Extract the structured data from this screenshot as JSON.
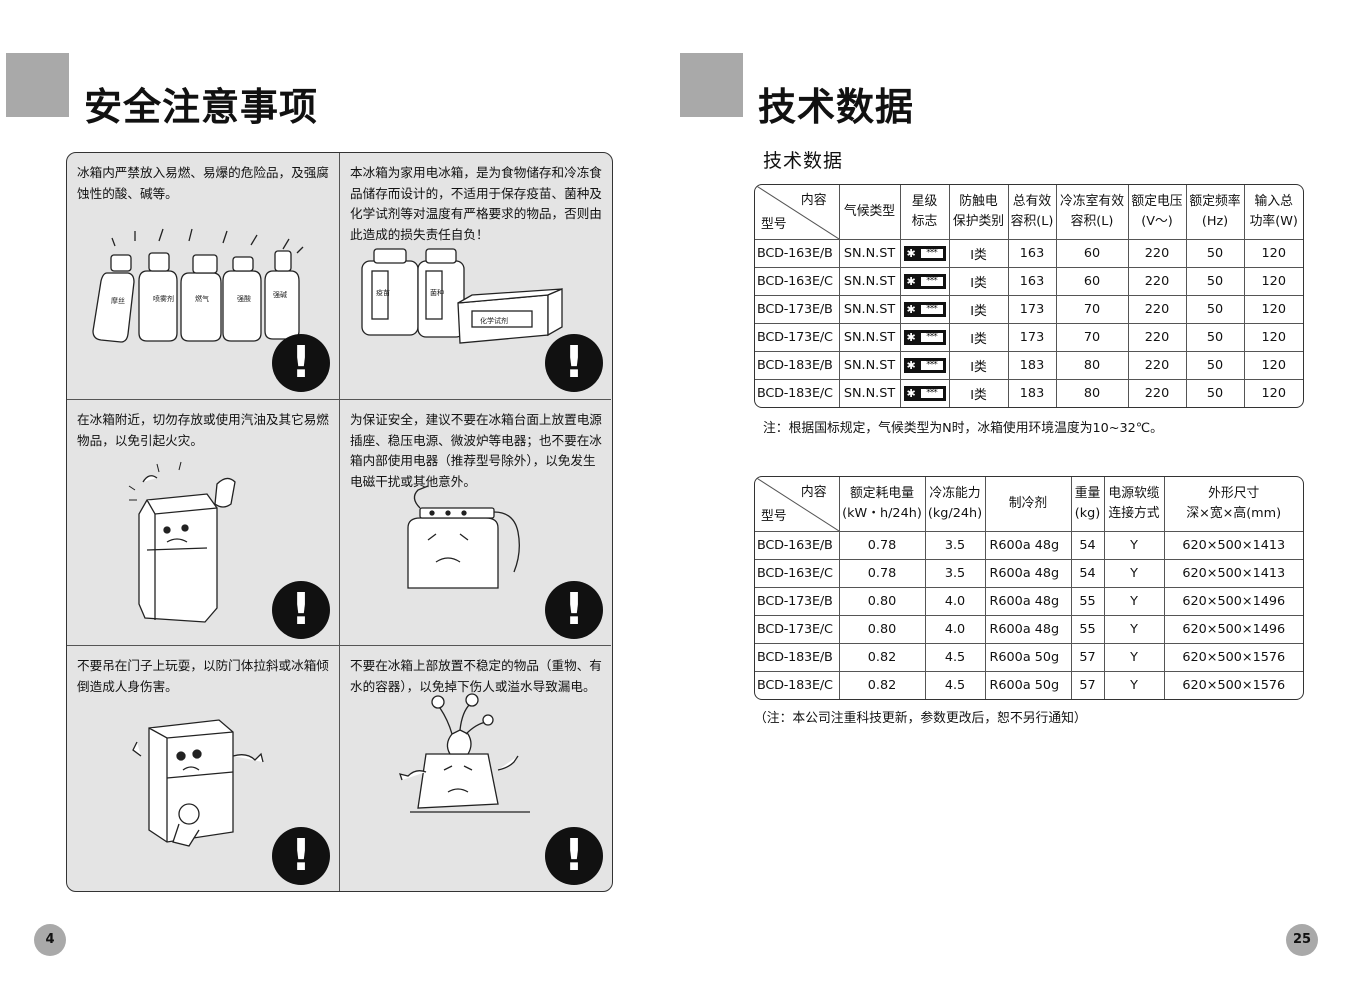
{
  "left_page": {
    "title": "安全注意事项",
    "page_number": "4",
    "cells": [
      {
        "text": "冰箱内严禁放入易燃、易爆的危险品，及强腐蚀性的酸、碱等。",
        "labels": [
          "摩丝",
          "喷雾剂",
          "燃气",
          "强酸",
          "强碱"
        ]
      },
      {
        "text": "本冰箱为家用电冰箱，是为食物储存和冷冻食品储存而设计的，不适用于保存疫苗、菌种及化学试剂等对温度有严格要求的物品，否则由此造成的损失责任自负！",
        "labels": [
          "疫苗",
          "菌种",
          "化学试剂"
        ]
      },
      {
        "text": "在冰箱附近，切勿存放或使用汽油及其它易燃物品，以免引起火灾。"
      },
      {
        "text": "为保证安全，建议不要在冰箱台面上放置电源插座、稳压电源、微波炉等电器；也不要在冰箱内部使用电器（推荐型号除外），以免发生电磁干扰或其他意外。"
      },
      {
        "text": "不要吊在门子上玩耍，以防门体拉斜或冰箱倾倒造成人身伤害。"
      },
      {
        "text": "不要在冰箱上部放置不稳定的物品（重物、有水的容器），以免掉下伤人或溢水导致漏电。"
      }
    ],
    "warning_symbol": "!"
  },
  "right_page": {
    "title": "技术数据",
    "subtitle": "技术数据",
    "page_number": "25",
    "table1": {
      "corner_top": "内容",
      "corner_bottom": "型号",
      "headers": [
        "气候类型",
        "星级\n标志",
        "防触电\n保护类别",
        "总有效\n容积(L)",
        "冷冻室有效\n容积(L)",
        "额定电压\n(V～)",
        "额定频率\n(Hz)",
        "输入总\n功率(W)"
      ],
      "star_symbol": "✱",
      "star_box": "***",
      "rows": [
        [
          "BCD-163E/B",
          "SN.N.ST",
          "",
          "Ⅰ类",
          "163",
          "60",
          "220",
          "50",
          "120"
        ],
        [
          "BCD-163E/C",
          "SN.N.ST",
          "",
          "Ⅰ类",
          "163",
          "60",
          "220",
          "50",
          "120"
        ],
        [
          "BCD-173E/B",
          "SN.N.ST",
          "",
          "Ⅰ类",
          "173",
          "70",
          "220",
          "50",
          "120"
        ],
        [
          "BCD-173E/C",
          "SN.N.ST",
          "",
          "Ⅰ类",
          "173",
          "70",
          "220",
          "50",
          "120"
        ],
        [
          "BCD-183E/B",
          "SN.N.ST",
          "",
          "Ⅰ类",
          "183",
          "80",
          "220",
          "50",
          "120"
        ],
        [
          "BCD-183E/C",
          "SN.N.ST",
          "",
          "Ⅰ类",
          "183",
          "80",
          "220",
          "50",
          "120"
        ]
      ],
      "note": "注：根据国标规定，气候类型为N时，冰箱使用环境温度为10~32℃。"
    },
    "table2": {
      "corner_top": "内容",
      "corner_bottom": "型号",
      "headers": [
        "额定耗电量\n(kW・h/24h)",
        "冷冻能力\n(kg/24h)",
        "制冷剂",
        "重量\n(kg)",
        "电源软缆\n连接方式",
        "外形尺寸\n深×宽×高(mm)"
      ],
      "rows": [
        [
          "BCD-163E/B",
          "0.78",
          "3.5",
          "R600a  48g",
          "54",
          "Y",
          "620×500×1413"
        ],
        [
          "BCD-163E/C",
          "0.78",
          "3.5",
          "R600a  48g",
          "54",
          "Y",
          "620×500×1413"
        ],
        [
          "BCD-173E/B",
          "0.80",
          "4.0",
          "R600a  48g",
          "55",
          "Y",
          "620×500×1496"
        ],
        [
          "BCD-173E/C",
          "0.80",
          "4.0",
          "R600a  48g",
          "55",
          "Y",
          "620×500×1496"
        ],
        [
          "BCD-183E/B",
          "0.82",
          "4.5",
          "R600a  50g",
          "57",
          "Y",
          "620×500×1576"
        ],
        [
          "BCD-183E/C",
          "0.82",
          "4.5",
          "R600a  50g",
          "57",
          "Y",
          "620×500×1576"
        ]
      ],
      "note": "（注：本公司注重科技更新，参数更改后，恕不另行通知）"
    }
  }
}
